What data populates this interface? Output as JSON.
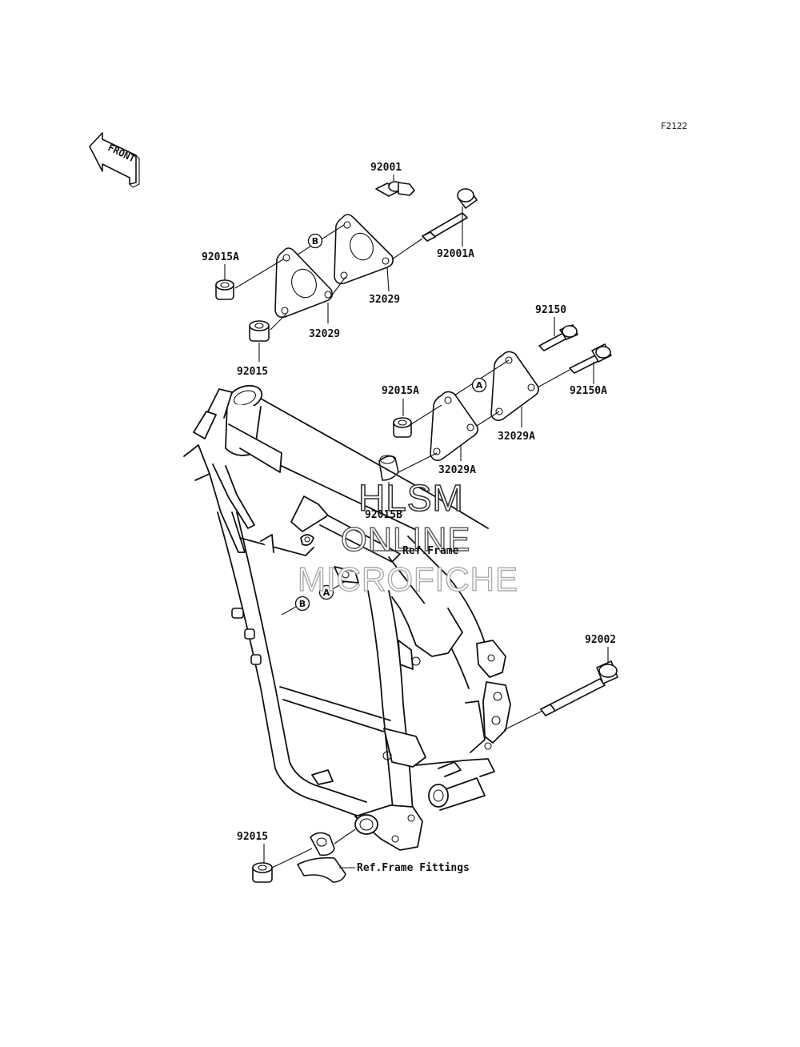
{
  "figure_code": "F2122",
  "front_arrow_text": "FRONT",
  "watermark": {
    "line1": "HLSM",
    "line2": "ONLINE",
    "line3": "MICROFICHE"
  },
  "part_labels": {
    "p92001": "92001",
    "p92001A": "92001A",
    "p92015A_top": "92015A",
    "p32029_upper": "32029",
    "p32029_lower": "32029",
    "p92015_top": "92015",
    "p92150": "92150",
    "p92150A": "92150A",
    "p92015A_mid": "92015A",
    "p32029A_right": "32029A",
    "p32029A_left": "32029A",
    "p92015B": "92015B",
    "ref_frame": "Ref.Frame",
    "p92002": "92002",
    "p92015_bottom": "92015",
    "ref_frame_fittings": "Ref.Frame Fittings"
  },
  "markers": {
    "b_top": "B",
    "a_mid": "A",
    "a_frame": "A",
    "b_frame": "B"
  }
}
